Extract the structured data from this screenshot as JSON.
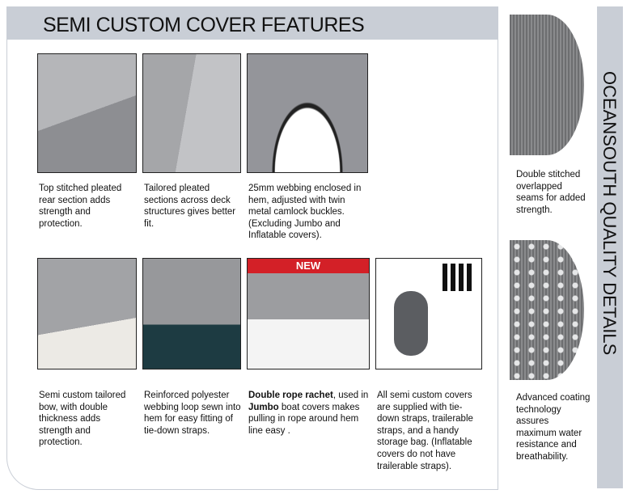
{
  "header": {
    "title": "SEMI CUSTOM COVER FEATURES"
  },
  "features": [
    {
      "caption": "Top stitched pleated rear section adds strength and protection."
    },
    {
      "caption": "Tailored pleated sections across deck structures gives better fit."
    },
    {
      "caption": "25mm webbing enclosed in hem, adjusted with twin metal camlock buckles. (Excluding Jumbo and Inflatable covers)."
    },
    {
      "caption": "Semi custom tailored bow, with double thickness adds strength and protection."
    },
    {
      "caption": "Reinforced polyester webbing loop sewn into hem for easy fitting of tie-down straps."
    },
    {
      "badge": "NEW",
      "bold1": "Double rope rachet",
      "text1": ", used in ",
      "bold2": "Jumbo",
      "text2": " boat covers makes pulling in rope around hem line easy ."
    },
    {
      "caption": "All semi custom covers are supplied with tie-down straps, trailerable straps, and a handy storage bag. (Inflatable covers do not have trailerable straps)."
    }
  ],
  "quality": {
    "title": "OCEANSOUTH QUALITY DETAILS",
    "items": [
      {
        "caption": "Double stitched overlapped seams for added strength."
      },
      {
        "caption": "Advanced coating technology assures maximum water resistance and breathability."
      }
    ]
  }
}
